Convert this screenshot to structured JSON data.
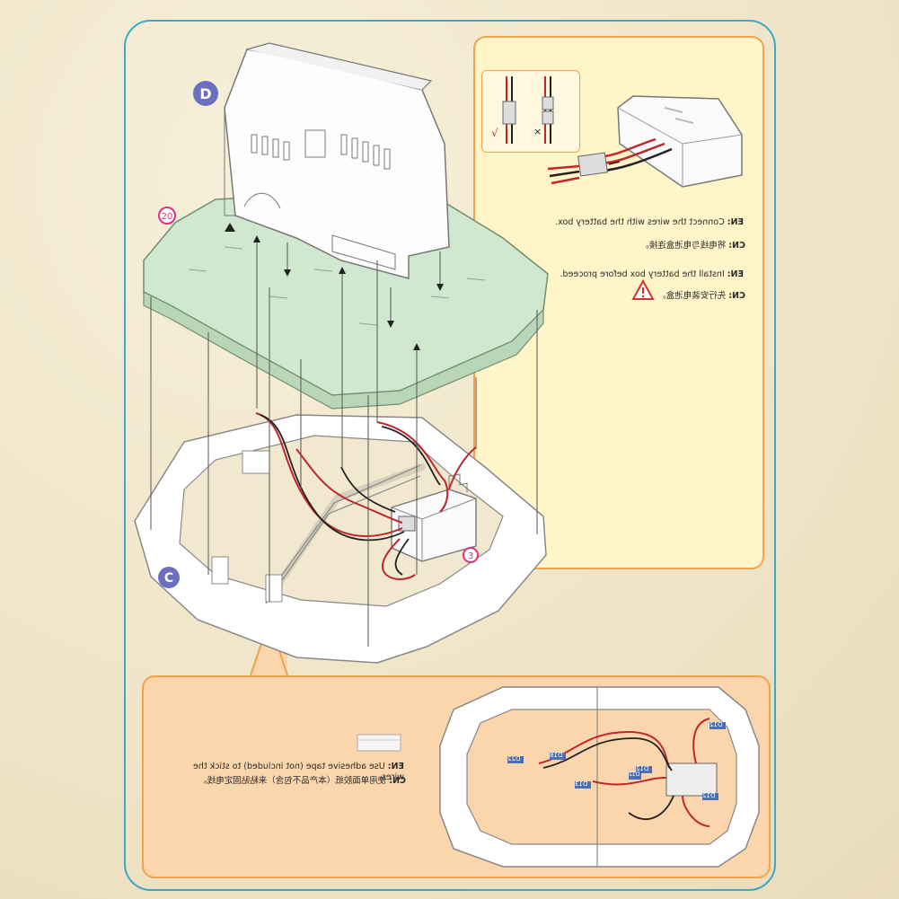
{
  "labels": {
    "part_d": "D",
    "part_c": "C",
    "step_20": "20",
    "step_3": "3",
    "ok_mark": "√",
    "no_mark": "×"
  },
  "notes": {
    "connect_en_prefix": "EN:",
    "connect_en": "Connect the wires with the battery box.",
    "connect_cn_prefix": "CN:",
    "connect_cn": "将电线与电池盒连接。",
    "install_en_prefix": "EN:",
    "install_en": "Install the battery box before proceed.",
    "install_cn_prefix": "CN:",
    "install_cn": "先行安装电池盒。",
    "tape_en_prefix": "EN:",
    "tape_en": "Use adhesive tape (not included) to stick the wires.",
    "tape_cn_prefix": "CN:",
    "tape_cn": "使用单面胶纸（本产品不包含）来粘贴固定电线。"
  },
  "part_codes": [
    "D22",
    "D18",
    "D13",
    "D12",
    "D12",
    "D12",
    "D12"
  ],
  "colors": {
    "frame": "#3ea9c4",
    "callout_border": "#f1a24c",
    "green_board": "#cfe8cf",
    "wire_red": "#c0262d",
    "wire_black": "#222222",
    "badge_pink": "#e0307d",
    "badge_purple": "#6b6fc0",
    "warning_red": "#d9312b"
  },
  "icons": [
    "warning-icon",
    "battery-box-icon",
    "adhesive-tape-icon"
  ]
}
